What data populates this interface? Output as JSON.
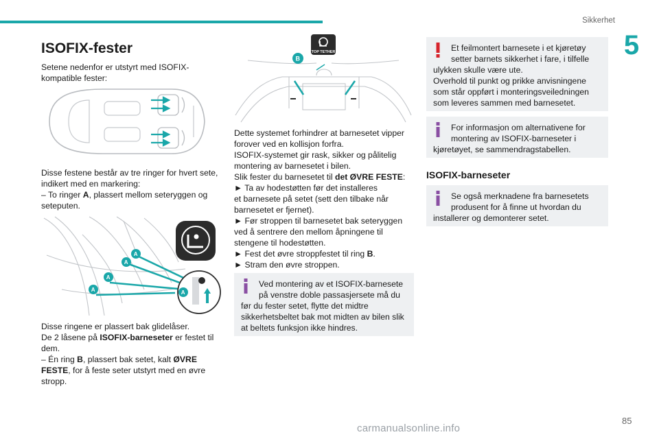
{
  "header": {
    "section": "Sikkerhet",
    "chapter": "5",
    "page_number": "85"
  },
  "watermark": "carmanualsonline.info",
  "col1": {
    "title": "ISOFIX-fester",
    "intro": [
      "Setene nedenfor er utstyrt med ISOFIX-",
      "kompatible fester:"
    ],
    "p2": [
      "Disse festene består av tre ringer for hvert sete,",
      "indikert med en markering:",
      "– To ringer ",
      "A",
      ", plassert mellom seteryggen og",
      "seteputen."
    ],
    "p3": {
      "l1": "Disse ringene er plassert bak glidelåser.",
      "l2a": "De 2 låsene på ",
      "l2b": "ISOFIX-barneseter",
      "l2c": " er festet til",
      "l3": "dem.",
      "l4a": "– Én ring ",
      "l4b": "B",
      "l4c": ", plassert bak setet, kalt ",
      "l4d": "ØVRE",
      "l5a": "FESTE",
      "l5b": ", for å feste seter utstyrt med en øvre",
      "l6": "stropp."
    },
    "seat_labels": {
      "a": "A"
    }
  },
  "col2": {
    "tether_label": "TOP TETHER",
    "ring_label": "B",
    "lines": [
      "Dette systemet forhindrer at barnesetet vipper",
      "forover ved en kollisjon forfra.",
      "ISOFIX-systemet gir rask, sikker og pålitelig",
      "montering av barnesetet i bilen."
    ],
    "l5a": "Slik fester du barnesetet til ",
    "l5b": "det ØVRE FESTE",
    "l5c": ":",
    "l6": "► Ta av hodestøtten før det installeres",
    "l7": "et barnesete på setet (sett den tilbake når",
    "l8": "barnesetet er fjernet).",
    "l9": "► Før stroppen til barnesetet bak seteryggen",
    "l10": "ved å sentrere den mellom åpningene til",
    "l11": "stengene til hodestøtten.",
    "l12a": "► Fest det øvre stroppfestet til ring ",
    "l12b": "B",
    "l12c": ".",
    "l13": "► Stram den øvre stroppen.",
    "info": [
      "Ved montering av et ISOFIX-barnesete",
      "på venstre doble passasjersete må du",
      "før du fester setet, flytte det midtre",
      "sikkerhetsbeltet bak mot midten av bilen slik",
      "at beltets funksjon ikke hindres."
    ]
  },
  "col3": {
    "warning": [
      "Et feilmontert barnesete i et kjøretøy",
      "setter barnets sikkerhet i fare, i tilfelle",
      "ulykken skulle være ute.",
      "Overhold til punkt og prikke anvisningene",
      "som står oppført i monteringsveiledningen",
      "som leveres sammen med barnesetet."
    ],
    "info1": [
      "For informasjon om alternativene for",
      "montering av ISOFIX-barneseter i",
      "kjøretøyet, se sammendragstabellen."
    ],
    "heading": "ISOFIX-barneseter",
    "info2": [
      "Se også merknadene fra barnesetets",
      "produsent for å finne ut hvordan du",
      "installerer og demonterer setet."
    ]
  },
  "colors": {
    "accent": "#1aa7a9",
    "warning": "#d6242c",
    "info": "#8a4fa3",
    "box_bg": "#eef0f2"
  }
}
